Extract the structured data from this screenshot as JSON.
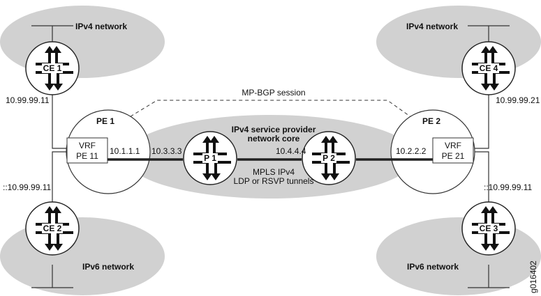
{
  "networks": {
    "top_left": "IPv4 network",
    "top_right": "IPv4 network",
    "bottom_left": "IPv6 network",
    "bottom_right": "IPv6 network"
  },
  "core": {
    "title_line1": "IPv4 service provider",
    "title_line2": "network core",
    "tunnel_line1": "MPLS IPv4",
    "tunnel_line2": "LDP or RSVP tunnels"
  },
  "session": "MP-BGP session",
  "devices": {
    "ce1": "CE 1",
    "ce2": "CE 2",
    "ce3": "CE 3",
    "ce4": "CE 4",
    "pe1": "PE 1",
    "pe2": "PE 2",
    "p1": "P 1",
    "p2": "P 2"
  },
  "vrf": {
    "left_line1": "VRF",
    "left_line2": "PE 11",
    "right_line1": "VRF",
    "right_line2": "PE 21"
  },
  "addresses": {
    "ce1": "10.99.99.11",
    "ce2": "::10.99.99.11",
    "ce4": "10.99.99.21",
    "ce3": "::10.99.99.11",
    "pe1": "10.1.1.1",
    "p1": "10.3.3.3",
    "p2": "10.4.4.4",
    "pe2": "10.2.2.2"
  },
  "figure_id": "g016402"
}
